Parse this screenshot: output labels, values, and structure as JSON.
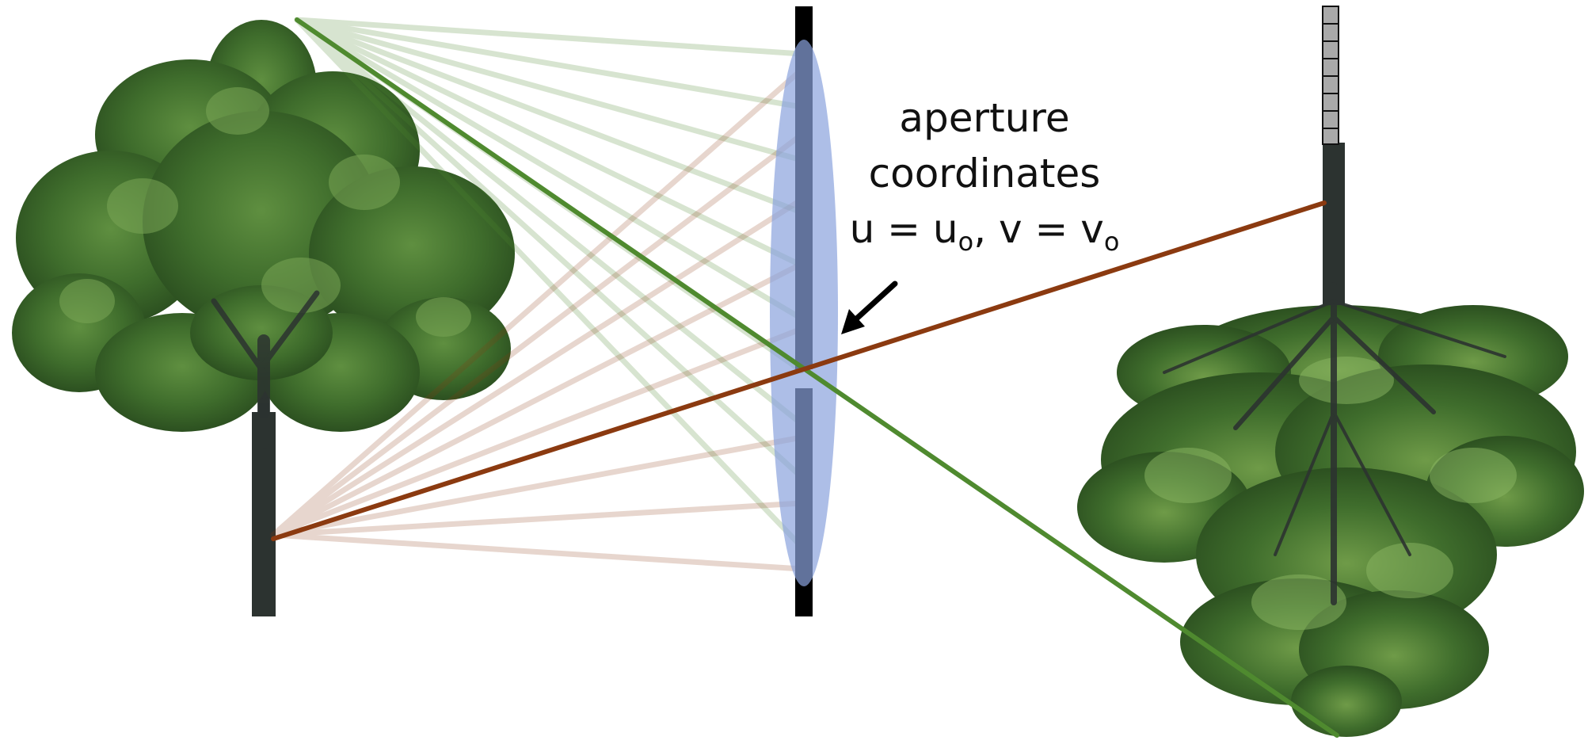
{
  "annotation": {
    "line1": "aperture",
    "line2": "coordinates",
    "eq_u": "u = u",
    "eq_u_sub": "o",
    "eq_sep": ", v = v",
    "eq_v_sub": "o"
  },
  "colors": {
    "green_ray": "#4f8a2f",
    "brown_ray": "#8b3a10",
    "lens_fill": "#8aa2dd",
    "barrier": "#000000",
    "sensor_cell": "#a9a9a9",
    "foliage_dark": "#2f5a24",
    "foliage_mid": "#4f7f38",
    "foliage_light": "#7aa656",
    "trunk": "#2c3330"
  },
  "icons": {
    "pointer": "arrow-icon"
  }
}
